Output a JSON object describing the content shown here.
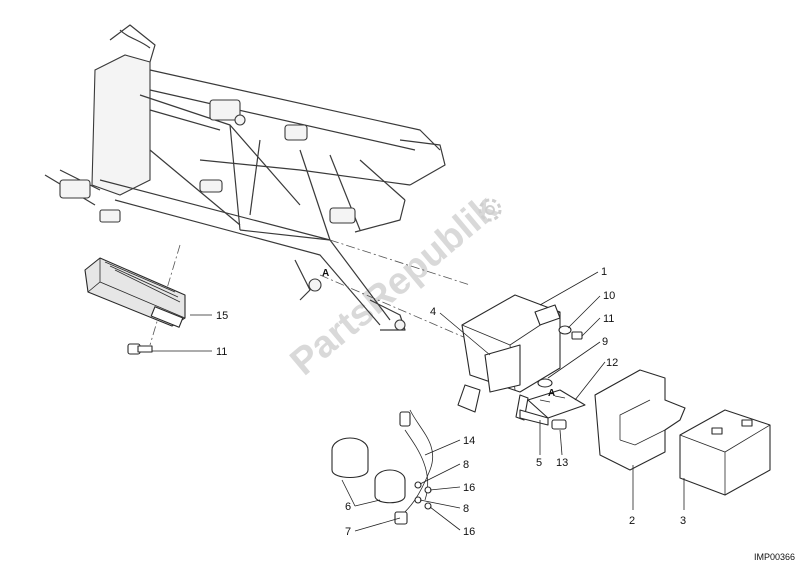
{
  "watermark": {
    "text": "PartsRepublik",
    "icon": "gear-icon"
  },
  "diagram_code": "IMP00366",
  "markers": {
    "a1": "A",
    "a2": "A"
  },
  "callouts": {
    "c1": "1",
    "c2": "2",
    "c3": "3",
    "c4": "4",
    "c5": "5",
    "c6": "6",
    "c7": "7",
    "c8a": "8",
    "c8b": "8",
    "c9": "9",
    "c10": "10",
    "c11a": "11",
    "c11b": "11",
    "c12": "12",
    "c13": "13",
    "c14": "14",
    "c15": "15",
    "c16a": "16",
    "c16b": "16"
  }
}
